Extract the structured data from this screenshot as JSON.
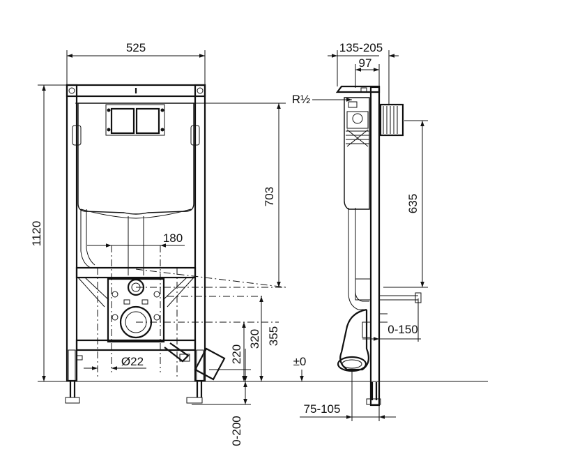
{
  "dimensions": {
    "width_total": "525",
    "height_total": "1120",
    "flush_plate_height": "703",
    "tie_spacing": "180",
    "pipe_diameter": "Ø22",
    "waste_height": "355",
    "drain_height": "320",
    "support_height": "220",
    "feet_range": "0-200",
    "depth_range": "135-205",
    "tank_depth": "97",
    "connection_thread": "R½",
    "side_height": "635",
    "floor_level": "±0",
    "wall_offset": "0-150",
    "bowl_offset": "75-105"
  }
}
